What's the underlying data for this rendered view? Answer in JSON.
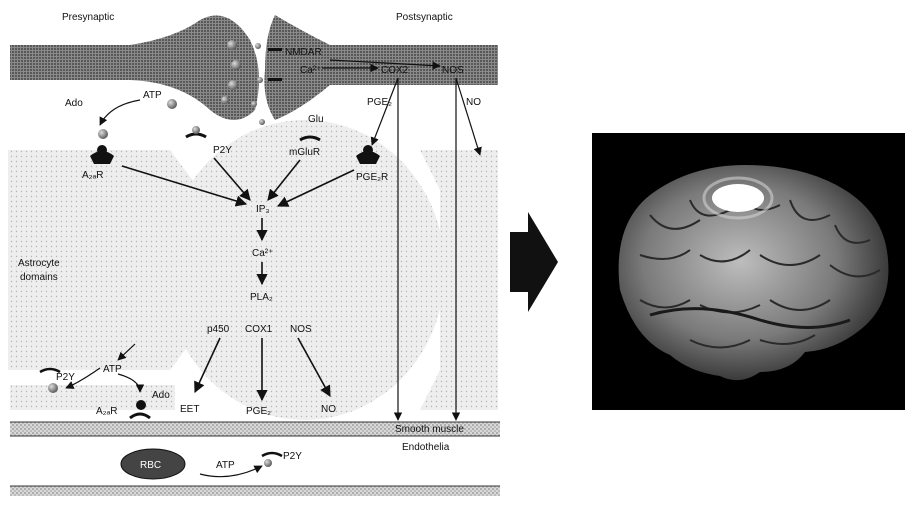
{
  "diagram": {
    "neurons": {
      "presynaptic": "Presynaptic",
      "postsynaptic": "Postsynaptic"
    },
    "receptors": {
      "nmdar": "NMDAR",
      "ca_post": "Ca²⁺",
      "cox2": "COX2",
      "nos_post": "NOS",
      "pge2_post": "PGE₂",
      "no_post": "NO"
    },
    "signals_top": {
      "atp": "ATP",
      "ado": "Ado",
      "p2y": "P2Y",
      "glu": "Glu",
      "mglur": "mGluR",
      "a2ar": "A₂ₐR",
      "pge2r": "PGE₂R"
    },
    "cascade": {
      "ip3": "IP₃",
      "ca": "Ca²⁺",
      "pla2": "PLA₂",
      "p450": "p450",
      "cox1": "COX1",
      "nos": "NOS"
    },
    "products": {
      "eet": "EET",
      "pge2": "PGE₂",
      "no": "NO"
    },
    "astrocyte": {
      "line1": "Astrocyte",
      "line2": "domains"
    },
    "lower_left": {
      "p2y": "P2Y",
      "atp": "ATP",
      "ado": "Ado",
      "a2ar": "A₂ₐR"
    },
    "vessel": {
      "smooth_muscle": "Smooth muscle",
      "endothelia": "Endothelia",
      "rbc": "RBC",
      "atp": "ATP",
      "p2y": "P2Y"
    }
  },
  "colors": {
    "ink": "#111111",
    "stipple": "#9a9a9a",
    "panel_bg": "#000000",
    "brain": "#8a8a8a"
  }
}
